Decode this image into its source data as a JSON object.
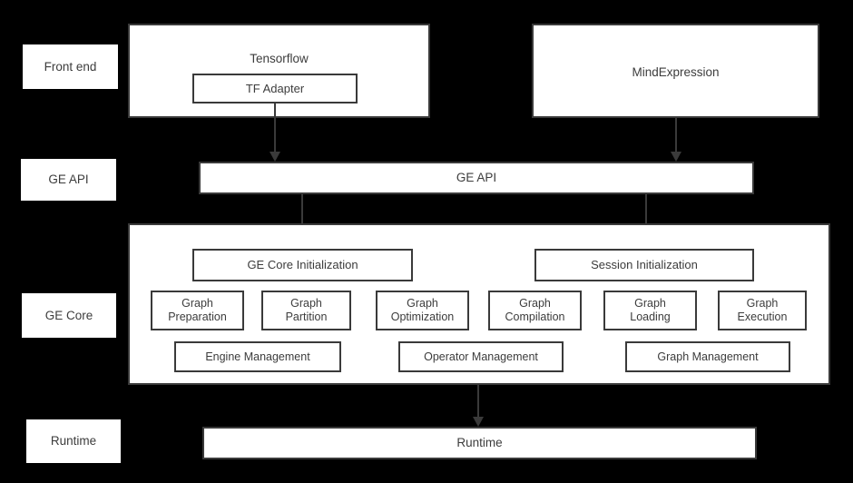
{
  "diagram": {
    "background_color": "#000000",
    "box_fill": "#ffffff",
    "border_color": "#3a3a3a",
    "text_color": "#3c3c3c"
  },
  "layers": [
    {
      "id": "front-end",
      "label": "Front end"
    },
    {
      "id": "ge-api",
      "label": "GE API"
    },
    {
      "id": "ge-core",
      "label": "GE Core"
    },
    {
      "id": "runtime",
      "label": "Runtime"
    }
  ],
  "front_end": {
    "tensorflow": {
      "title": "Tensorflow",
      "adapter": "TF Adapter"
    },
    "mindexpression": {
      "title": "MindExpression"
    }
  },
  "ge_api": {
    "label": "GE API"
  },
  "ge_core": {
    "init_boxes": [
      {
        "id": "ge-core-initialization",
        "label": "GE Core Initialization"
      },
      {
        "id": "session-initialization",
        "label": "Session Initialization"
      }
    ],
    "modules": [
      {
        "id": "graph-preparation",
        "label": "Graph\nPreparation"
      },
      {
        "id": "graph-partition",
        "label": "Graph\nPartition"
      },
      {
        "id": "graph-optimization",
        "label": "Graph\nOptimization"
      },
      {
        "id": "graph-compilation",
        "label": "Graph\nCompilation"
      },
      {
        "id": "graph-loading",
        "label": "Graph\nLoading"
      },
      {
        "id": "graph-execution",
        "label": "Graph\nExecution"
      }
    ],
    "management": [
      {
        "id": "engine-management",
        "label": "Engine Management"
      },
      {
        "id": "operator-management",
        "label": "Operator Management"
      },
      {
        "id": "graph-management",
        "label": "Graph Management"
      }
    ]
  },
  "runtime": {
    "label": "Runtime"
  }
}
